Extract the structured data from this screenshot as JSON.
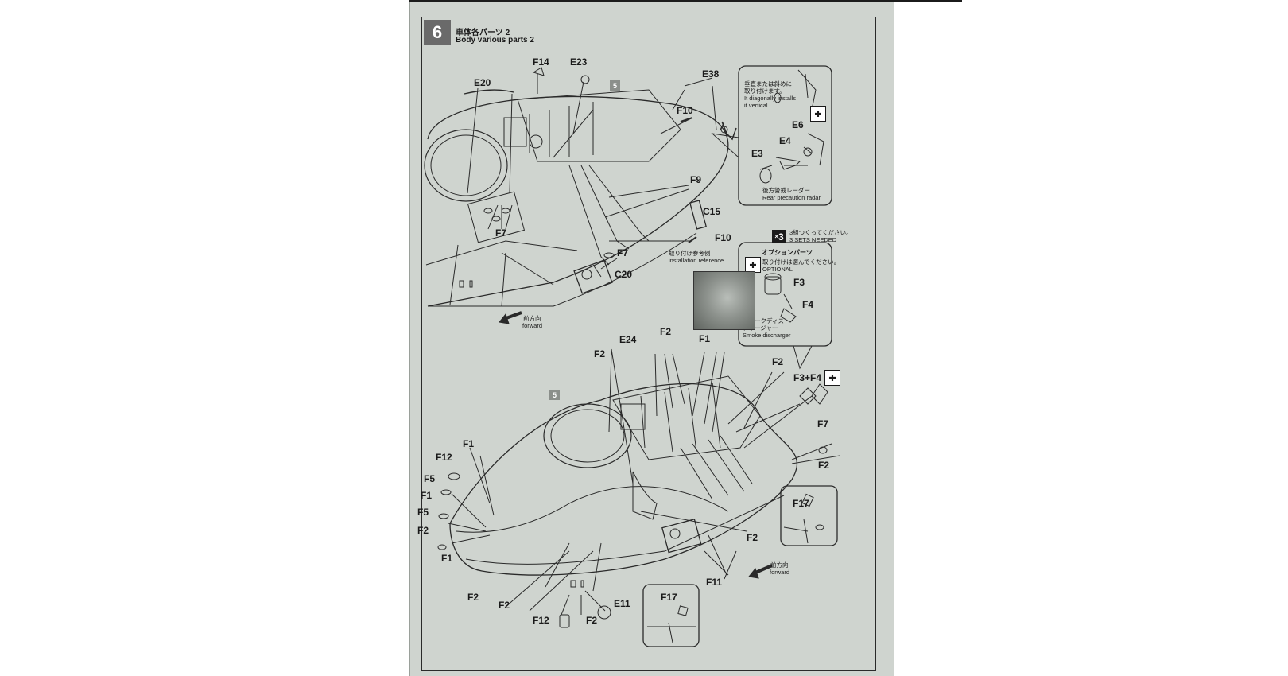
{
  "step": {
    "number": "6",
    "title_jp": "車体各パーツ 2",
    "title_en": "Body various parts 2",
    "ref_step": "5"
  },
  "top_view": {
    "part_labels": [
      "F14",
      "E23",
      "E20",
      "E38",
      "F10",
      "F9",
      "C15",
      "F7",
      "F10",
      "F7",
      "C20"
    ],
    "forward_jp": "前方向",
    "forward_en": "forward"
  },
  "radar_callout": {
    "note_jp_line1": "垂直または斜めに",
    "note_jp_line2": "取り付けます。",
    "note_en_line1": "It diagonally installs",
    "note_en_line2": "it vertical.",
    "parts": [
      "E6",
      "E4",
      "E3"
    ],
    "caption_jp": "後方警戒レーダー",
    "caption_en": "Rear precaution radar"
  },
  "sets_needed": {
    "multiplier": "3",
    "jp": "3組つくってください。",
    "en": "3 SETS NEEDED"
  },
  "optional_callout": {
    "title_jp": "オプションパーツ",
    "note_jp": "取り付けは選んでください。",
    "note_en": "OPTIONAL",
    "parts": [
      "F3",
      "F4"
    ],
    "caption_jp_line1": "スモークディス",
    "caption_jp_line2": "チャージャー",
    "caption_en": "Smoke discharger"
  },
  "install_ref": {
    "jp": "取り付け参考例",
    "en": "installation reference"
  },
  "bottom_view": {
    "part_labels": [
      "E24",
      "F2",
      "F1",
      "F2",
      "F2",
      "F3+F4",
      "F7",
      "F2",
      "F1",
      "F12",
      "F5",
      "F1",
      "F5",
      "F2",
      "F1",
      "F17",
      "F2",
      "F11",
      "F2",
      "F2",
      "F12",
      "F2",
      "E11",
      "F17"
    ],
    "forward_jp": "前方向",
    "forward_en": "forward"
  }
}
